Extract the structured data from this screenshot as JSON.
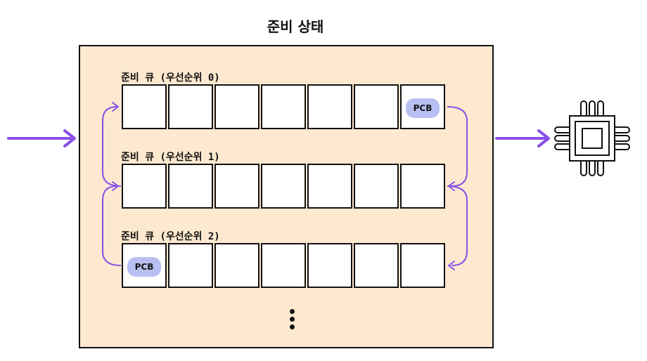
{
  "title": "준비 상태",
  "queues": [
    {
      "label": "준비 큐 (우선순위 0)",
      "cells": [
        "",
        "",
        "",
        "",
        "",
        "",
        "PCB"
      ]
    },
    {
      "label": "준비 큐 (우선순위 1)",
      "cells": [
        "",
        "",
        "",
        "",
        "",
        "",
        ""
      ]
    },
    {
      "label": "준비 큐 (우선순위 2)",
      "cells": [
        "PCB",
        "",
        "",
        "",
        "",
        "",
        ""
      ]
    }
  ],
  "colors": {
    "arrow": "#8a4fe8",
    "panel": "#fde9cf",
    "pcb": "#b9bff2"
  },
  "icons": {
    "cpu": "cpu-chip-icon",
    "more": "vertical-ellipsis-icon"
  }
}
